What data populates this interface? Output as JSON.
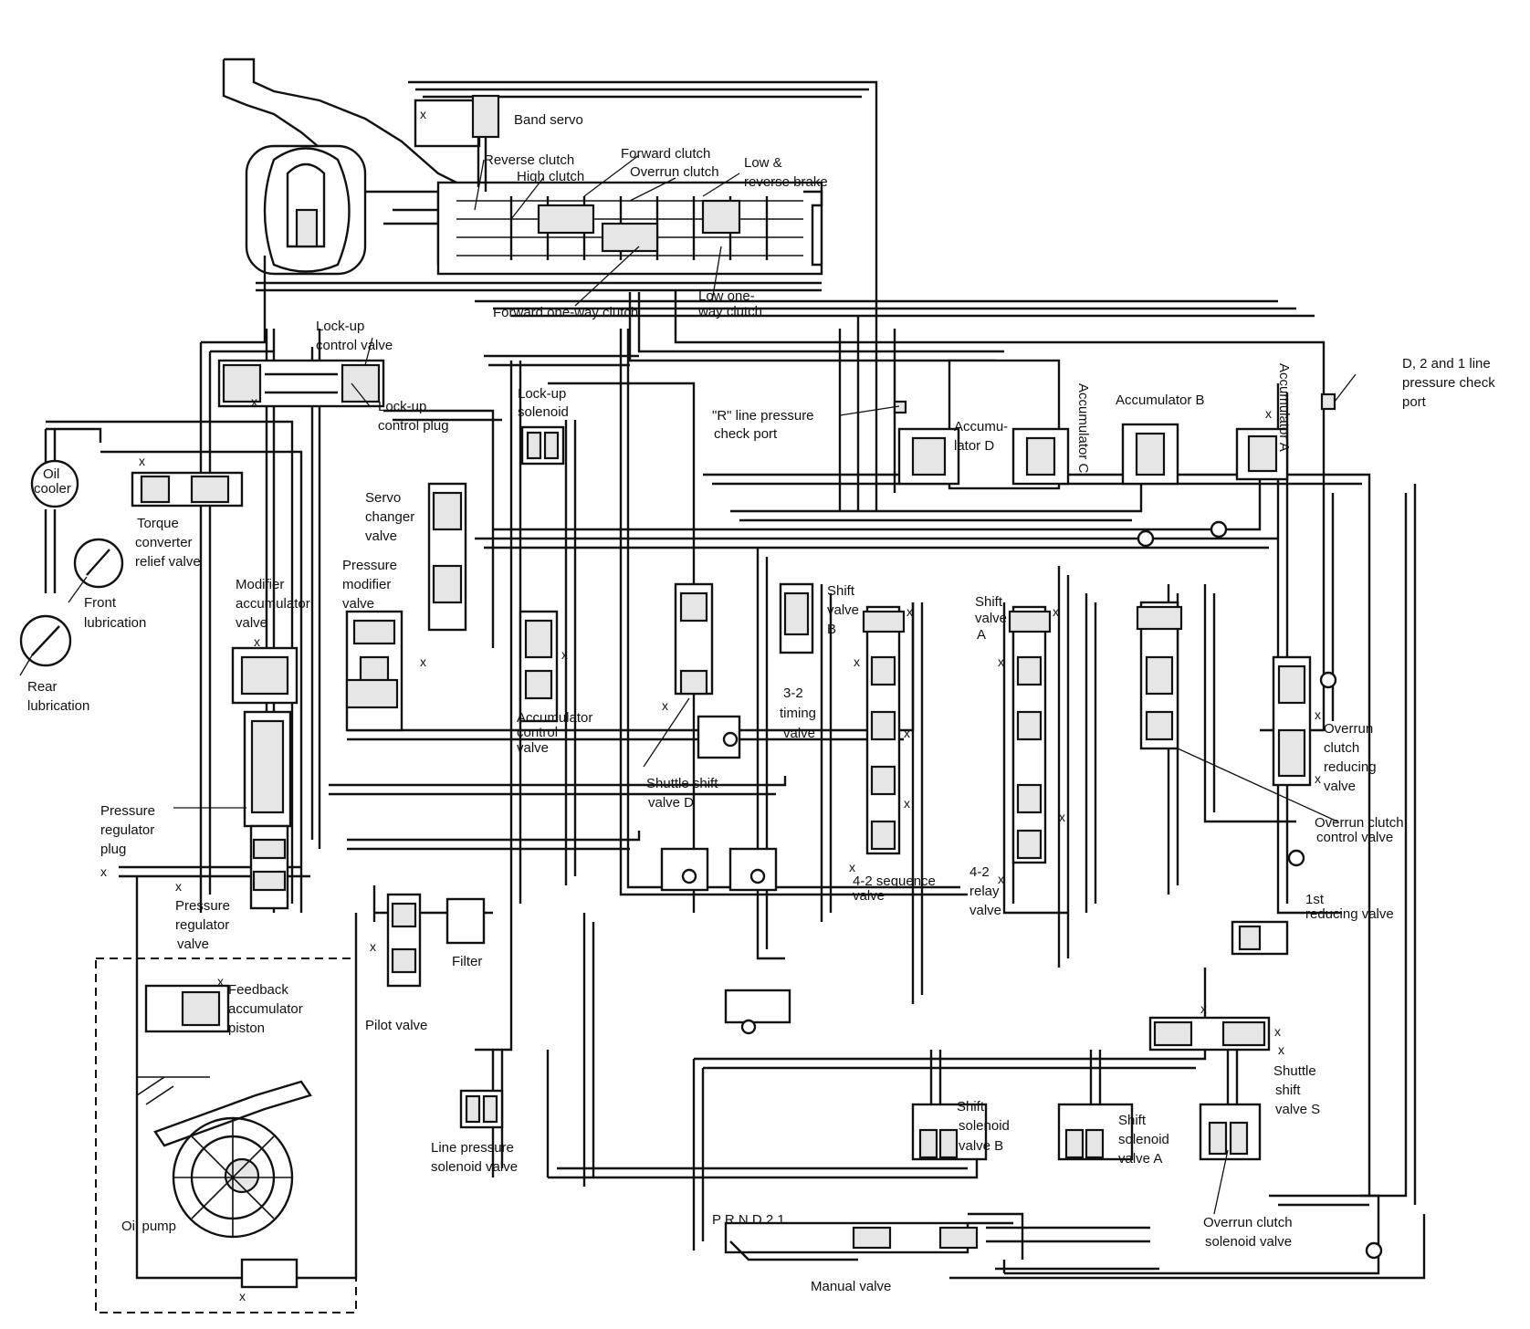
{
  "labels": {
    "band_servo": "Band servo",
    "reverse_clutch": "Reverse clutch",
    "high_clutch": "High clutch",
    "forward_clutch": "Forward clutch",
    "overrun_clutch": "Overrun clutch",
    "low_reverse_brake_1": "Low &",
    "low_reverse_brake_2": "reverse brake",
    "forward_one_way_clutch": "Forward one-way clutch",
    "low_one_way_clutch_1": "Low one-",
    "low_one_way_clutch_2": "way clutch",
    "lockup_control_valve_1": "Lock-up",
    "lockup_control_valve_2": "control valve",
    "lockup_control_plug_1": "Lock-up",
    "lockup_control_plug_2": "control plug",
    "lockup_solenoid_1": "Lock-up",
    "lockup_solenoid_2": "solenoid",
    "r_line_pressure_1": "\"R\" line pressure",
    "r_line_pressure_2": "check port",
    "accumulator_d_1": "Accumu-",
    "accumulator_d_2": "lator D",
    "accumulator_c": "Accumulator C",
    "accumulator_b": "Accumulator B",
    "accumulator_a": "Accumulator A",
    "d21_port_1": "D, 2 and 1 line",
    "d21_port_2": "pressure check",
    "d21_port_3": "port",
    "oil_cooler_1": "Oil",
    "oil_cooler_2": "cooler",
    "torque_relief_1": "Torque",
    "torque_relief_2": "converter",
    "torque_relief_3": "relief valve",
    "front_lub_1": "Front",
    "front_lub_2": "lubrication",
    "rear_lub_1": "Rear",
    "rear_lub_2": "lubrication",
    "servo_changer_1": "Servo",
    "servo_changer_2": "changer",
    "servo_changer_3": "valve",
    "modifier_acc_1": "Modifier",
    "modifier_acc_2": "accumulator",
    "modifier_acc_3": "valve",
    "pressure_modifier_1": "Pressure",
    "pressure_modifier_2": "modifier",
    "pressure_modifier_3": "valve",
    "shift_valve_b_1": "Shift",
    "shift_valve_b_2": "valve",
    "shift_valve_b_3": "B",
    "shift_valve_a_1": "Shift",
    "shift_valve_a_2": "valve",
    "shift_valve_a_3": "A",
    "timing_32_1": "3-2",
    "timing_32_2": "timing",
    "timing_32_3": "valve",
    "acc_control_1": "Accumulator",
    "acc_control_2": "control",
    "acc_control_3": "valve",
    "shuttle_d_1": "Shuttle shift",
    "shuttle_d_2": "valve D",
    "overrun_reducing_1": "Overrun",
    "overrun_reducing_2": "clutch",
    "overrun_reducing_3": "reducing",
    "overrun_reducing_4": "valve",
    "overrun_control_1": "Overrun clutch",
    "overrun_control_2": "control valve",
    "pr_plug_1": "Pressure",
    "pr_plug_2": "regulator",
    "pr_plug_3": "plug",
    "pr_valve_1": "Pressure",
    "pr_valve_2": "regulator",
    "pr_valve_3": "valve",
    "seq_42_1": "4-2 sequence",
    "seq_42_2": "valve",
    "relay_42_1": "4-2",
    "relay_42_2": "relay",
    "relay_42_3": "valve",
    "reducing_1st_1": "1st",
    "reducing_1st_2": "reducing valve",
    "feedback_1": "Feedback",
    "feedback_2": "accumulator",
    "feedback_3": "piston",
    "pilot_valve": "Pilot valve",
    "filter": "Filter",
    "line_pressure_sol_1": "Line pressure",
    "line_pressure_sol_2": "solenoid valve",
    "shift_sol_b_1": "Shift",
    "shift_sol_b_2": "solenoid",
    "shift_sol_b_3": "valve B",
    "shift_sol_a_1": "Shift",
    "shift_sol_a_2": "solenoid",
    "shift_sol_a_3": "valve A",
    "shuttle_s_1": "Shuttle",
    "shuttle_s_2": "shift",
    "shuttle_s_3": "valve S",
    "overrun_sol_1": "Overrun clutch",
    "overrun_sol_2": "solenoid valve",
    "oil_pump": "Oil pump",
    "prnd21": "P R N D 2 1",
    "manual_valve": "Manual valve"
  }
}
